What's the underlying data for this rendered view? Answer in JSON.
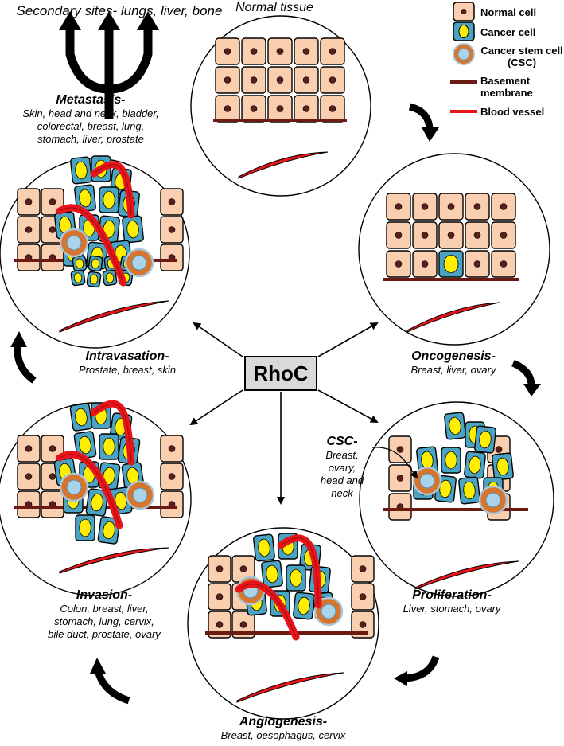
{
  "title_secondary": "Secondary sites- lungs, liver, bone",
  "title_normal": "Normal tissue",
  "legend": {
    "normal": "Normal cell",
    "cancer": "Cancer cell",
    "csc_1": "Cancer stem cell",
    "csc_2": "(CSC)",
    "bm_1": "Basement",
    "bm_2": "membrane",
    "bv": "Blood vessel"
  },
  "colors": {
    "normal_cell": "#f9cfb0",
    "cancer_cell": "#4aa3c2",
    "nucleus": "#5a1f1a",
    "cancer_nucleus": "#ffee00",
    "csc_ring": "#d9742e",
    "membrane": "#6b1a14",
    "vessel": "#e8141a"
  },
  "center": "RhoC",
  "stages": {
    "metastasis": {
      "head": "Metastasis-",
      "l1": "Skin, head and neck, bladder,",
      "l2": "colorectal, breast, lung,",
      "l3": "stomach, liver, prostate"
    },
    "intravasation": {
      "head": "Intravasation-",
      "l1": "Prostate, breast, skin"
    },
    "oncogenesis": {
      "head": "Oncogenesis-",
      "l1": "Breast, liver, ovary"
    },
    "csc": {
      "head": "CSC-",
      "l1": "Breast,",
      "l2": "ovary,",
      "l3": "head and",
      "l4": "neck"
    },
    "proliferation": {
      "head": "Proliferation-",
      "l1": "Liver, stomach, ovary"
    },
    "invasion": {
      "head": "Invasion-",
      "l1": "Colon, breast, liver,",
      "l2": "stomach, lung, cervix,",
      "l3": "bile duct, prostate, ovary"
    },
    "angiogenesis": {
      "head": "Angiogenesis-",
      "l1": "Breast, oesophagus, cervix"
    }
  }
}
